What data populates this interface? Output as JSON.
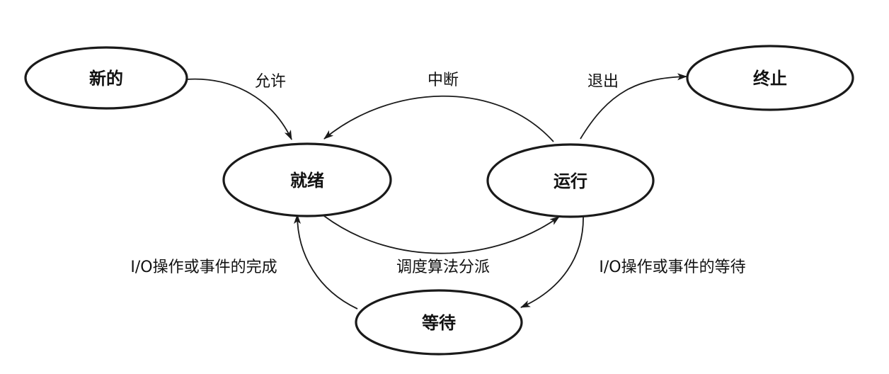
{
  "states": {
    "new": "新的",
    "ready": "就绪",
    "running": "运行",
    "terminated": "终止",
    "waiting": "等待"
  },
  "transitions": {
    "admit": "允许",
    "interrupt": "中断",
    "exit": "退出",
    "dispatch": "调度算法分派",
    "io_wait": "I/O操作或事件的等待",
    "io_complete": "I/O操作或事件的完成"
  },
  "colors": {
    "line": "#1a1a1a",
    "text": "#111111",
    "background": "#ffffff"
  }
}
